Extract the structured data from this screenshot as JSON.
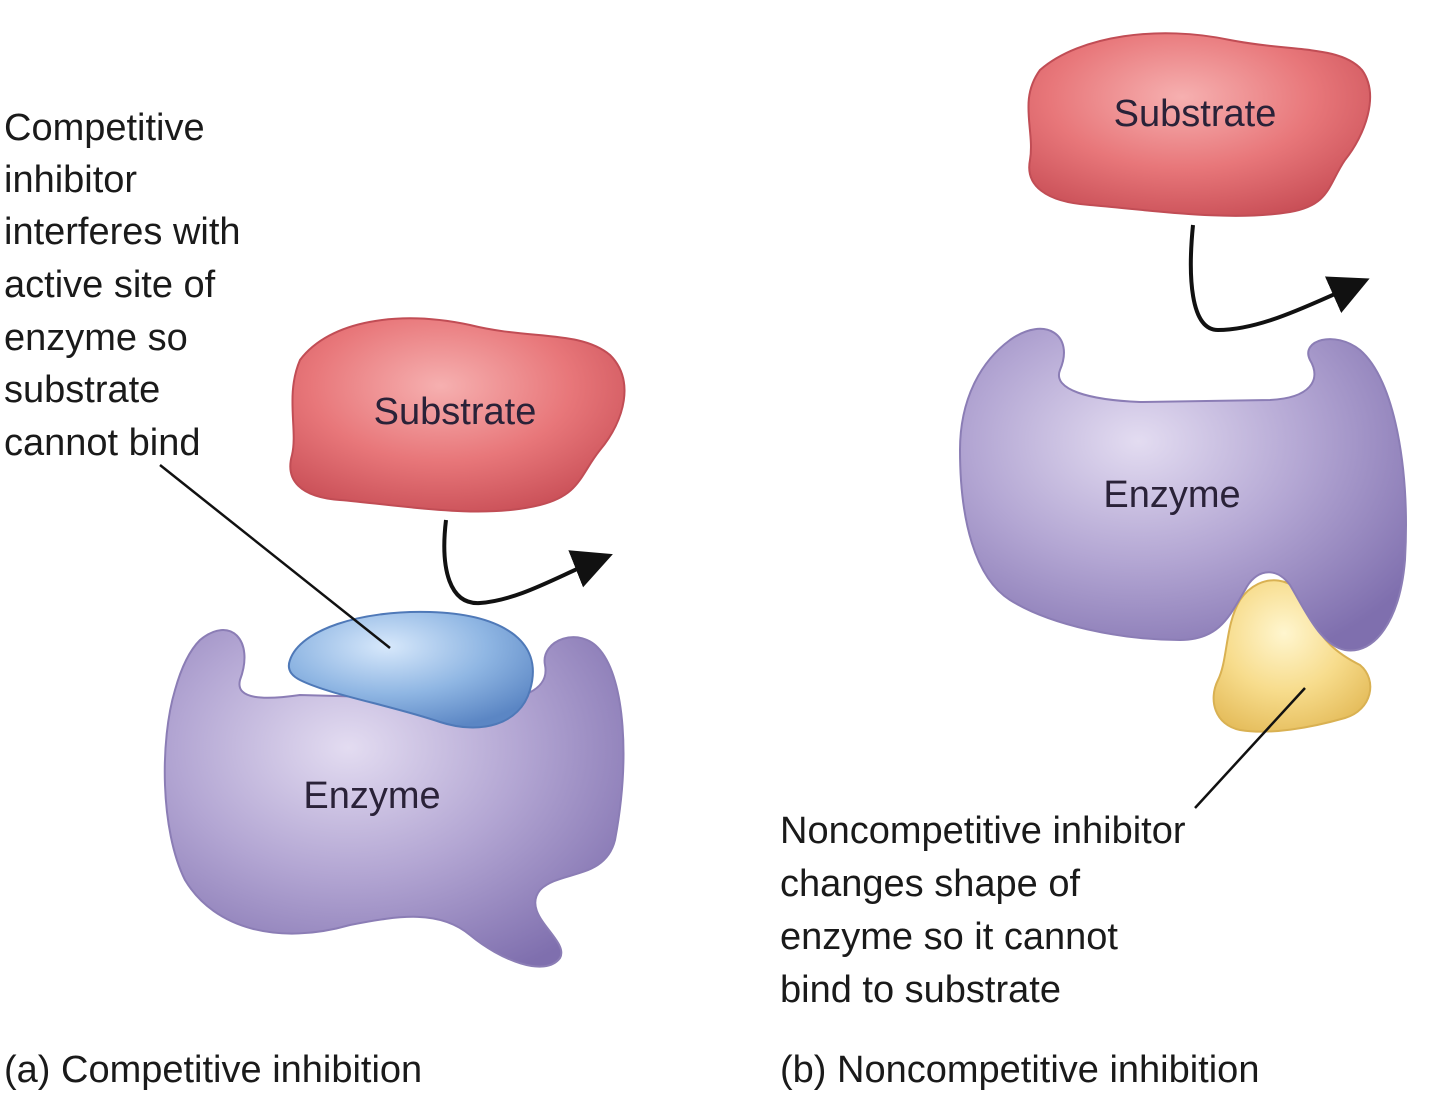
{
  "panel_a": {
    "note_lines": [
      "Competitive",
      "inhibitor",
      "interferes with",
      "active site of",
      "enzyme so",
      "substrate",
      "cannot bind"
    ],
    "substrate_label": "Substrate",
    "enzyme_label": "Enzyme",
    "caption": "(a) Competitive inhibition"
  },
  "panel_b": {
    "substrate_label": "Substrate",
    "enzyme_label": "Enzyme",
    "note_lines": [
      "Noncompetitive inhibitor",
      "changes shape of",
      "enzyme so it cannot",
      "bind to substrate"
    ],
    "caption": "(b) Noncompetitive inhibition"
  },
  "colors": {
    "substrate": "#e8777a",
    "enzyme": "#a99bc9",
    "competitive_inhibitor": "#8fb6e3",
    "noncompetitive_inhibitor": "#f7dc8c"
  }
}
